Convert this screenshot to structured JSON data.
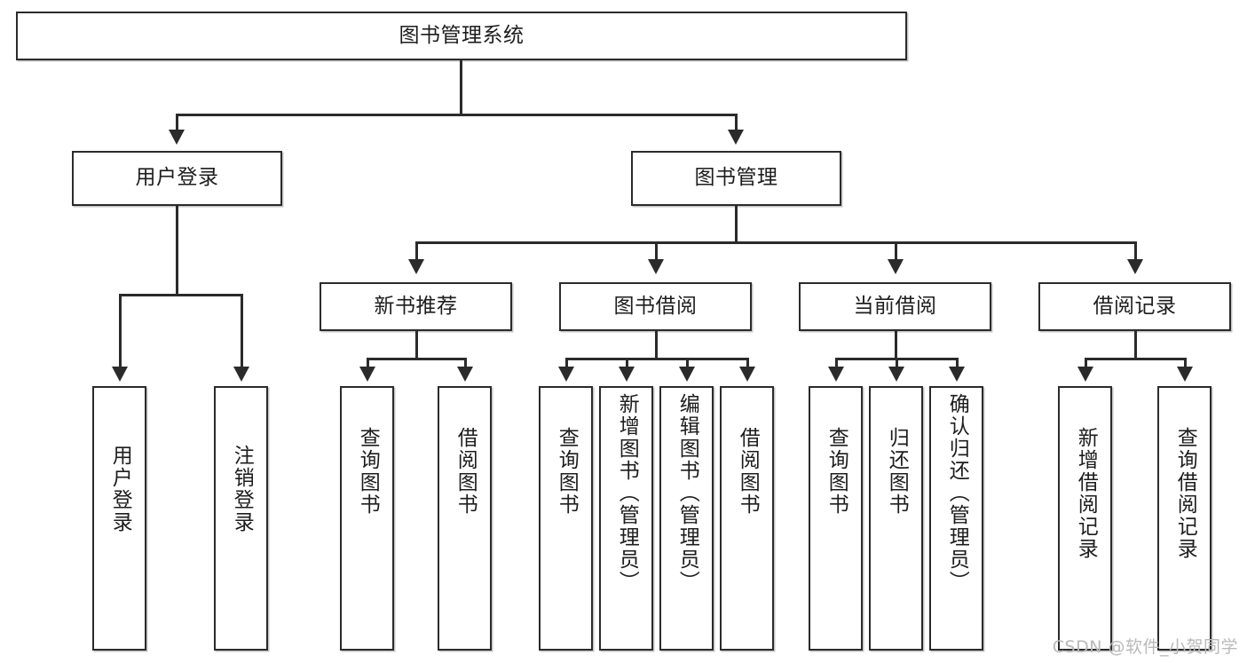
{
  "diagram": {
    "title": "图书管理系统",
    "type": "hierarchy-tree",
    "watermark": "CSDN @软件_小贺同学",
    "colors": {
      "stroke": "#2b2b2b",
      "fill": "#ffffff",
      "watermark": "#b9b9b9"
    },
    "root": {
      "label": "图书管理系统"
    },
    "level2": [
      {
        "label": "用户登录"
      },
      {
        "label": "图书管理"
      }
    ],
    "level3": [
      {
        "label": "新书推荐"
      },
      {
        "label": "图书借阅"
      },
      {
        "label": "当前借阅"
      },
      {
        "label": "借阅记录"
      }
    ],
    "leaves": {
      "user_login": [
        {
          "label": "用户登录"
        },
        {
          "label": "注销登录"
        }
      ],
      "new_book_recommend": [
        {
          "label": "查询图书"
        },
        {
          "label": "借阅图书"
        }
      ],
      "book_borrow": [
        {
          "label": "查询图书"
        },
        {
          "label": "新增图书（管理员）"
        },
        {
          "label": "编辑图书（管理员）"
        },
        {
          "label": "借阅图书"
        }
      ],
      "current_borrow": [
        {
          "label": "查询图书"
        },
        {
          "label": "归还图书"
        },
        {
          "label": "确认归还（管理员）"
        }
      ],
      "borrow_record": [
        {
          "label": "新增借阅记录"
        },
        {
          "label": "查询借阅记录"
        }
      ]
    }
  }
}
